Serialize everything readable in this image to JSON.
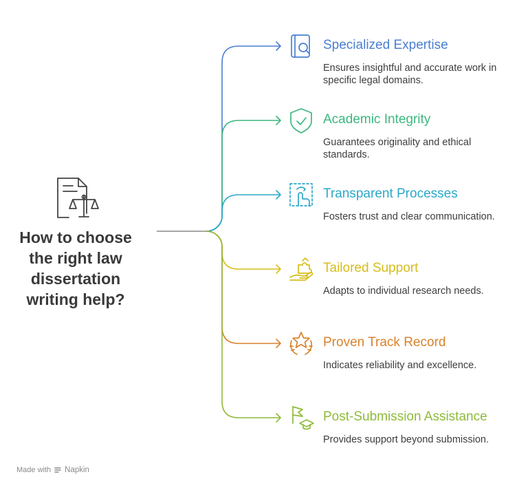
{
  "root": {
    "title": "How to choose the right law dissertation writing help?",
    "icon": "legal-document-scales-icon"
  },
  "branches": [
    {
      "title": "Specialized Expertise",
      "description": "Ensures insightful and accurate work in specific legal domains.",
      "color": "#4a7fd0",
      "icon": "book-search-icon"
    },
    {
      "title": "Academic Integrity",
      "description": "Guarantees originality and ethical standards.",
      "color": "#3bb77e",
      "icon": "shield-check-icon"
    },
    {
      "title": "Transparent Processes",
      "description": "Fosters trust and clear communication.",
      "color": "#2ba8c8",
      "icon": "frame-hand-icon"
    },
    {
      "title": "Tailored Support",
      "description": "Adapts to individual research needs.",
      "color": "#d7bd1a",
      "icon": "hand-puzzle-icon"
    },
    {
      "title": "Proven Track Record",
      "description": "Indicates reliability and excellence.",
      "color": "#d9822b",
      "icon": "star-laurel-icon"
    },
    {
      "title": "Post-Submission Assistance",
      "description": "Provides support beyond submission.",
      "color": "#8fba3a",
      "icon": "graduation-flag-icon"
    }
  ],
  "footer": {
    "prefix": "Made with",
    "brand": "Napkin",
    "icon": "napkin-logo-icon"
  }
}
